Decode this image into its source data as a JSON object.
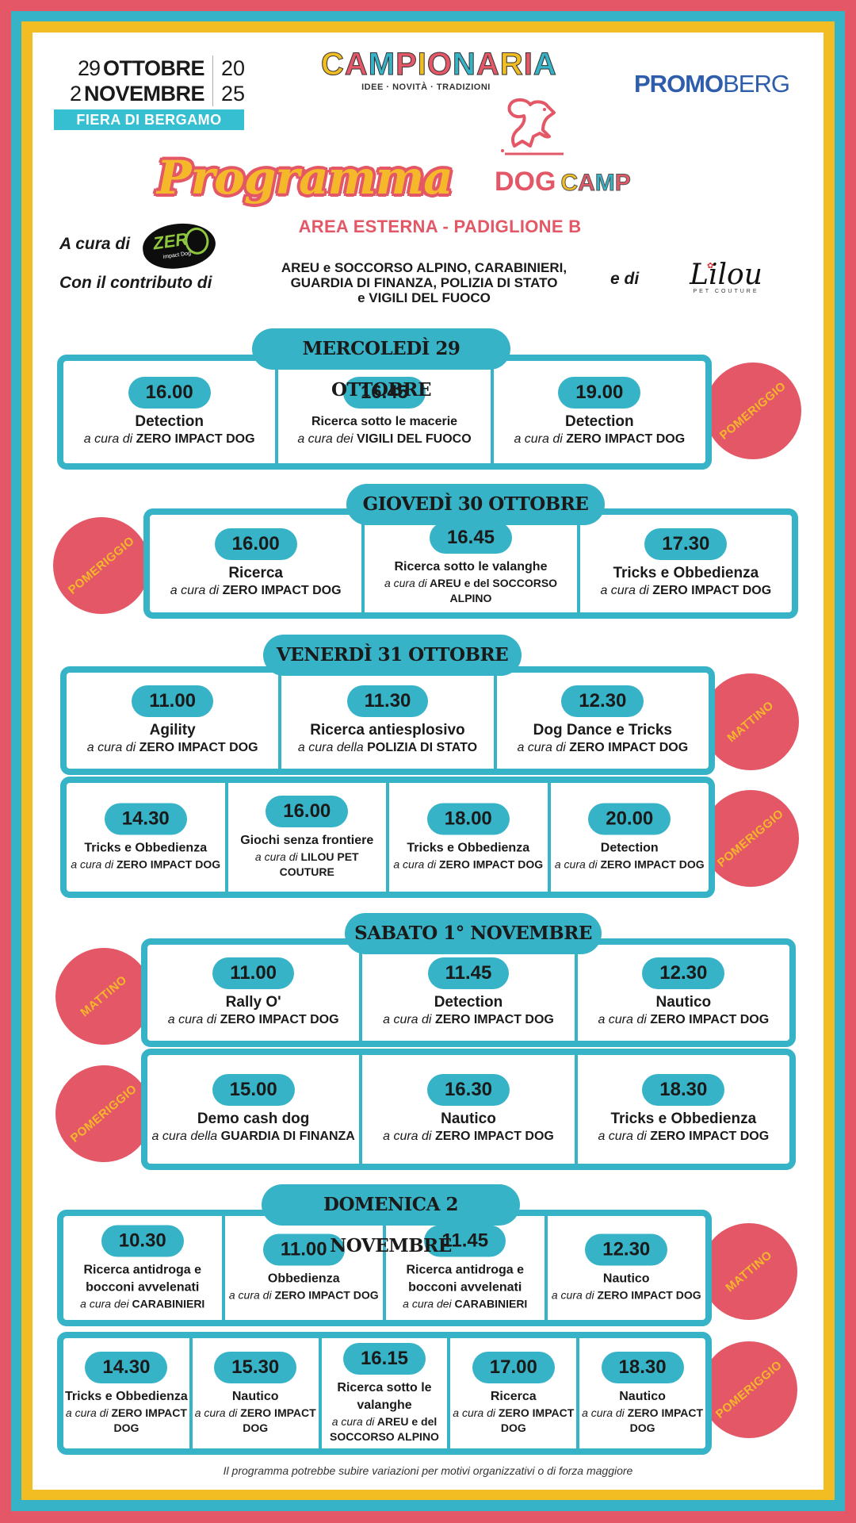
{
  "header": {
    "date_start_day": "29",
    "date_start_month": "OTTOBRE",
    "date_end_day": "2",
    "date_end_month": "NOVEMBRE",
    "year_top": "20",
    "year_bottom": "25",
    "venue": "FIERA DI BERGAMO",
    "campionaria_letters": [
      "C",
      "A",
      "M",
      "P",
      "I",
      "O",
      "N",
      "A",
      "R",
      "I",
      "A"
    ],
    "campionaria_tagline": "IDEE · NOVITÀ · TRADIZIONI",
    "promoberg_bold": "PROMO",
    "promoberg_light": "BERG"
  },
  "title": {
    "programma": "Programma",
    "dog": "DOG",
    "camp_letters": [
      "C",
      "A",
      "M",
      "P"
    ],
    "area": "AREA ESTERNA - PADIGLIONE B"
  },
  "credits": {
    "a_cura_di": "A cura di",
    "zero_logo_text": "ZER",
    "zero_logo_sub": "impact Dog",
    "con_il_contributo_di": "Con il contributo di",
    "contributors_line1": "AREU e SOCCORSO ALPINO, CARABINIERI,",
    "contributors_line2": "GUARDIA DI FINANZA, POLIZIA DI STATO",
    "contributors_line3": "e VIGILI DEL FUOCO",
    "e_di": "e di",
    "lilou_name": "Lilou",
    "lilou_sub": "PET COUTURE"
  },
  "days": [
    {
      "label": "MERCOLEDÌ 29 OTTOBRE",
      "blocks": [
        {
          "period": "POMERIGGIO",
          "events": [
            {
              "time": "16.00",
              "title": "Detection",
              "by_prefix": "a cura di",
              "by": "ZERO IMPACT DOG"
            },
            {
              "time": "16.45",
              "title": "Ricerca sotto le macerie",
              "by_prefix": "a cura dei",
              "by": "VIGILI DEL FUOCO"
            },
            {
              "time": "19.00",
              "title": "Detection",
              "by_prefix": "a cura di",
              "by": "ZERO IMPACT DOG"
            }
          ]
        }
      ]
    },
    {
      "label": "GIOVEDÌ 30 OTTOBRE",
      "blocks": [
        {
          "period": "POMERIGGIO",
          "events": [
            {
              "time": "16.00",
              "title": "Ricerca",
              "by_prefix": "a cura di",
              "by": "ZERO IMPACT DOG"
            },
            {
              "time": "16.45",
              "title": "Ricerca sotto le valanghe",
              "by_prefix": "a cura di",
              "by": "AREU e del SOCCORSO ALPINO"
            },
            {
              "time": "17.30",
              "title": "Tricks e Obbedienza",
              "by_prefix": "a cura di",
              "by": "ZERO IMPACT DOG"
            }
          ]
        }
      ]
    },
    {
      "label": "VENERDÌ 31 OTTOBRE",
      "blocks": [
        {
          "period": "MATTINO",
          "events": [
            {
              "time": "11.00",
              "title": "Agility",
              "by_prefix": "a cura di",
              "by": "ZERO IMPACT DOG"
            },
            {
              "time": "11.30",
              "title": "Ricerca antiesplosivo",
              "by_prefix": "a cura della",
              "by": "POLIZIA DI STATO"
            },
            {
              "time": "12.30",
              "title": "Dog Dance e Tricks",
              "by_prefix": "a cura di",
              "by": "ZERO IMPACT DOG"
            }
          ]
        },
        {
          "period": "POMERIGGIO",
          "events": [
            {
              "time": "14.30",
              "title": "Tricks e Obbedienza",
              "by_prefix": "a cura di",
              "by": "ZERO IMPACT DOG"
            },
            {
              "time": "16.00",
              "title": "Giochi senza frontiere",
              "by_prefix": "a cura di",
              "by": "LILOU PET COUTURE"
            },
            {
              "time": "18.00",
              "title": "Tricks e Obbedienza",
              "by_prefix": "a cura di",
              "by": "ZERO IMPACT DOG"
            },
            {
              "time": "20.00",
              "title": "Detection",
              "by_prefix": "a cura di",
              "by": "ZERO IMPACT DOG"
            }
          ]
        }
      ]
    },
    {
      "label": "SABATO 1° NOVEMBRE",
      "blocks": [
        {
          "period": "MATTINO",
          "events": [
            {
              "time": "11.00",
              "title": "Rally O'",
              "by_prefix": "a cura di",
              "by": "ZERO IMPACT DOG"
            },
            {
              "time": "11.45",
              "title": "Detection",
              "by_prefix": "a cura di",
              "by": "ZERO IMPACT DOG"
            },
            {
              "time": "12.30",
              "title": "Nautico",
              "by_prefix": "a cura di",
              "by": "ZERO IMPACT DOG"
            }
          ]
        },
        {
          "period": "POMERIGGIO",
          "events": [
            {
              "time": "15.00",
              "title": "Demo cash dog",
              "by_prefix": "a cura della",
              "by": "GUARDIA DI FINANZA"
            },
            {
              "time": "16.30",
              "title": "Nautico",
              "by_prefix": "a cura di",
              "by": "ZERO IMPACT DOG"
            },
            {
              "time": "18.30",
              "title": "Tricks e Obbedienza",
              "by_prefix": "a cura di",
              "by": "ZERO IMPACT DOG"
            }
          ]
        }
      ]
    },
    {
      "label": "DOMENICA 2 NOVEMBRE",
      "blocks": [
        {
          "period": "MATTINO",
          "events": [
            {
              "time": "10.30",
              "title": "Ricerca antidroga e bocconi avvelenati",
              "by_prefix": "a cura dei",
              "by": "CARABINIERI"
            },
            {
              "time": "11.00",
              "title": "Obbedienza",
              "by_prefix": "a cura di",
              "by": "ZERO IMPACT DOG"
            },
            {
              "time": "11.45",
              "title": "Ricerca antidroga e bocconi avvelenati",
              "by_prefix": "a cura dei",
              "by": "CARABINIERI"
            },
            {
              "time": "12.30",
              "title": "Nautico",
              "by_prefix": "a cura di",
              "by": "ZERO IMPACT DOG"
            }
          ]
        },
        {
          "period": "POMERIGGIO",
          "events": [
            {
              "time": "14.30",
              "title": "Tricks e Obbedienza",
              "by_prefix": "a cura di",
              "by": "ZERO IMPACT DOG"
            },
            {
              "time": "15.30",
              "title": "Nautico",
              "by_prefix": "a cura di",
              "by": "ZERO IMPACT DOG"
            },
            {
              "time": "16.15",
              "title": "Ricerca sotto le valanghe",
              "by_prefix": "a cura di",
              "by": "AREU e del SOCCORSO ALPINO"
            },
            {
              "time": "17.00",
              "title": "Ricerca",
              "by_prefix": "a cura di",
              "by": "ZERO IMPACT DOG"
            },
            {
              "time": "18.30",
              "title": "Nautico",
              "by_prefix": "a cura di",
              "by": "ZERO IMPACT DOG"
            }
          ]
        }
      ]
    }
  ],
  "footer": "Il programma potrebbe subire variazioni per motivi organizzativi o di forza maggiore",
  "colors": {
    "red": "#e35766",
    "teal": "#36b3c7",
    "yellow": "#f1bd22",
    "promoberg_blue": "#2e5eab",
    "badge_text": "#f6b82b"
  }
}
